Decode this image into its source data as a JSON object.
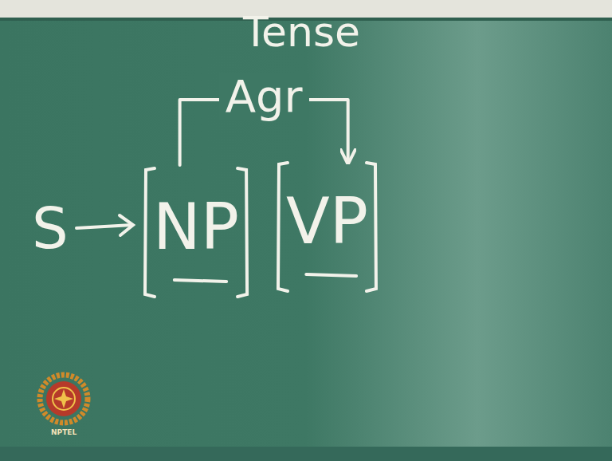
{
  "diagram": {
    "nodes": [
      {
        "text": [
          "NP"
        ]
      },
      {
        "text": [
          "VP"
        ]
      }
    ],
    "edges": [
      {
        "from": 0,
        "to": 1,
        "arrow": "to",
        "label": "Agr"
      }
    ],
    "labels": [
      "Tense",
      "S",
      "NPTEL"
    ]
  }
}
